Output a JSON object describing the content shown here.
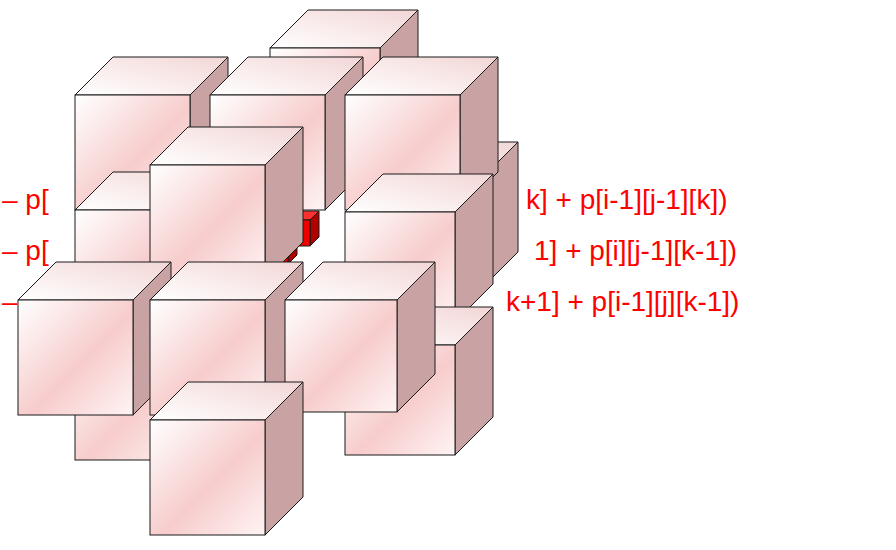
{
  "diagram": {
    "labels": [
      "– p[",
      "k] + p[i-1][j-1][k])",
      "– p[",
      "1] + p[i][j-1][k-1])",
      "–",
      "k+1] + p[i-1][j][k-1])"
    ]
  }
}
